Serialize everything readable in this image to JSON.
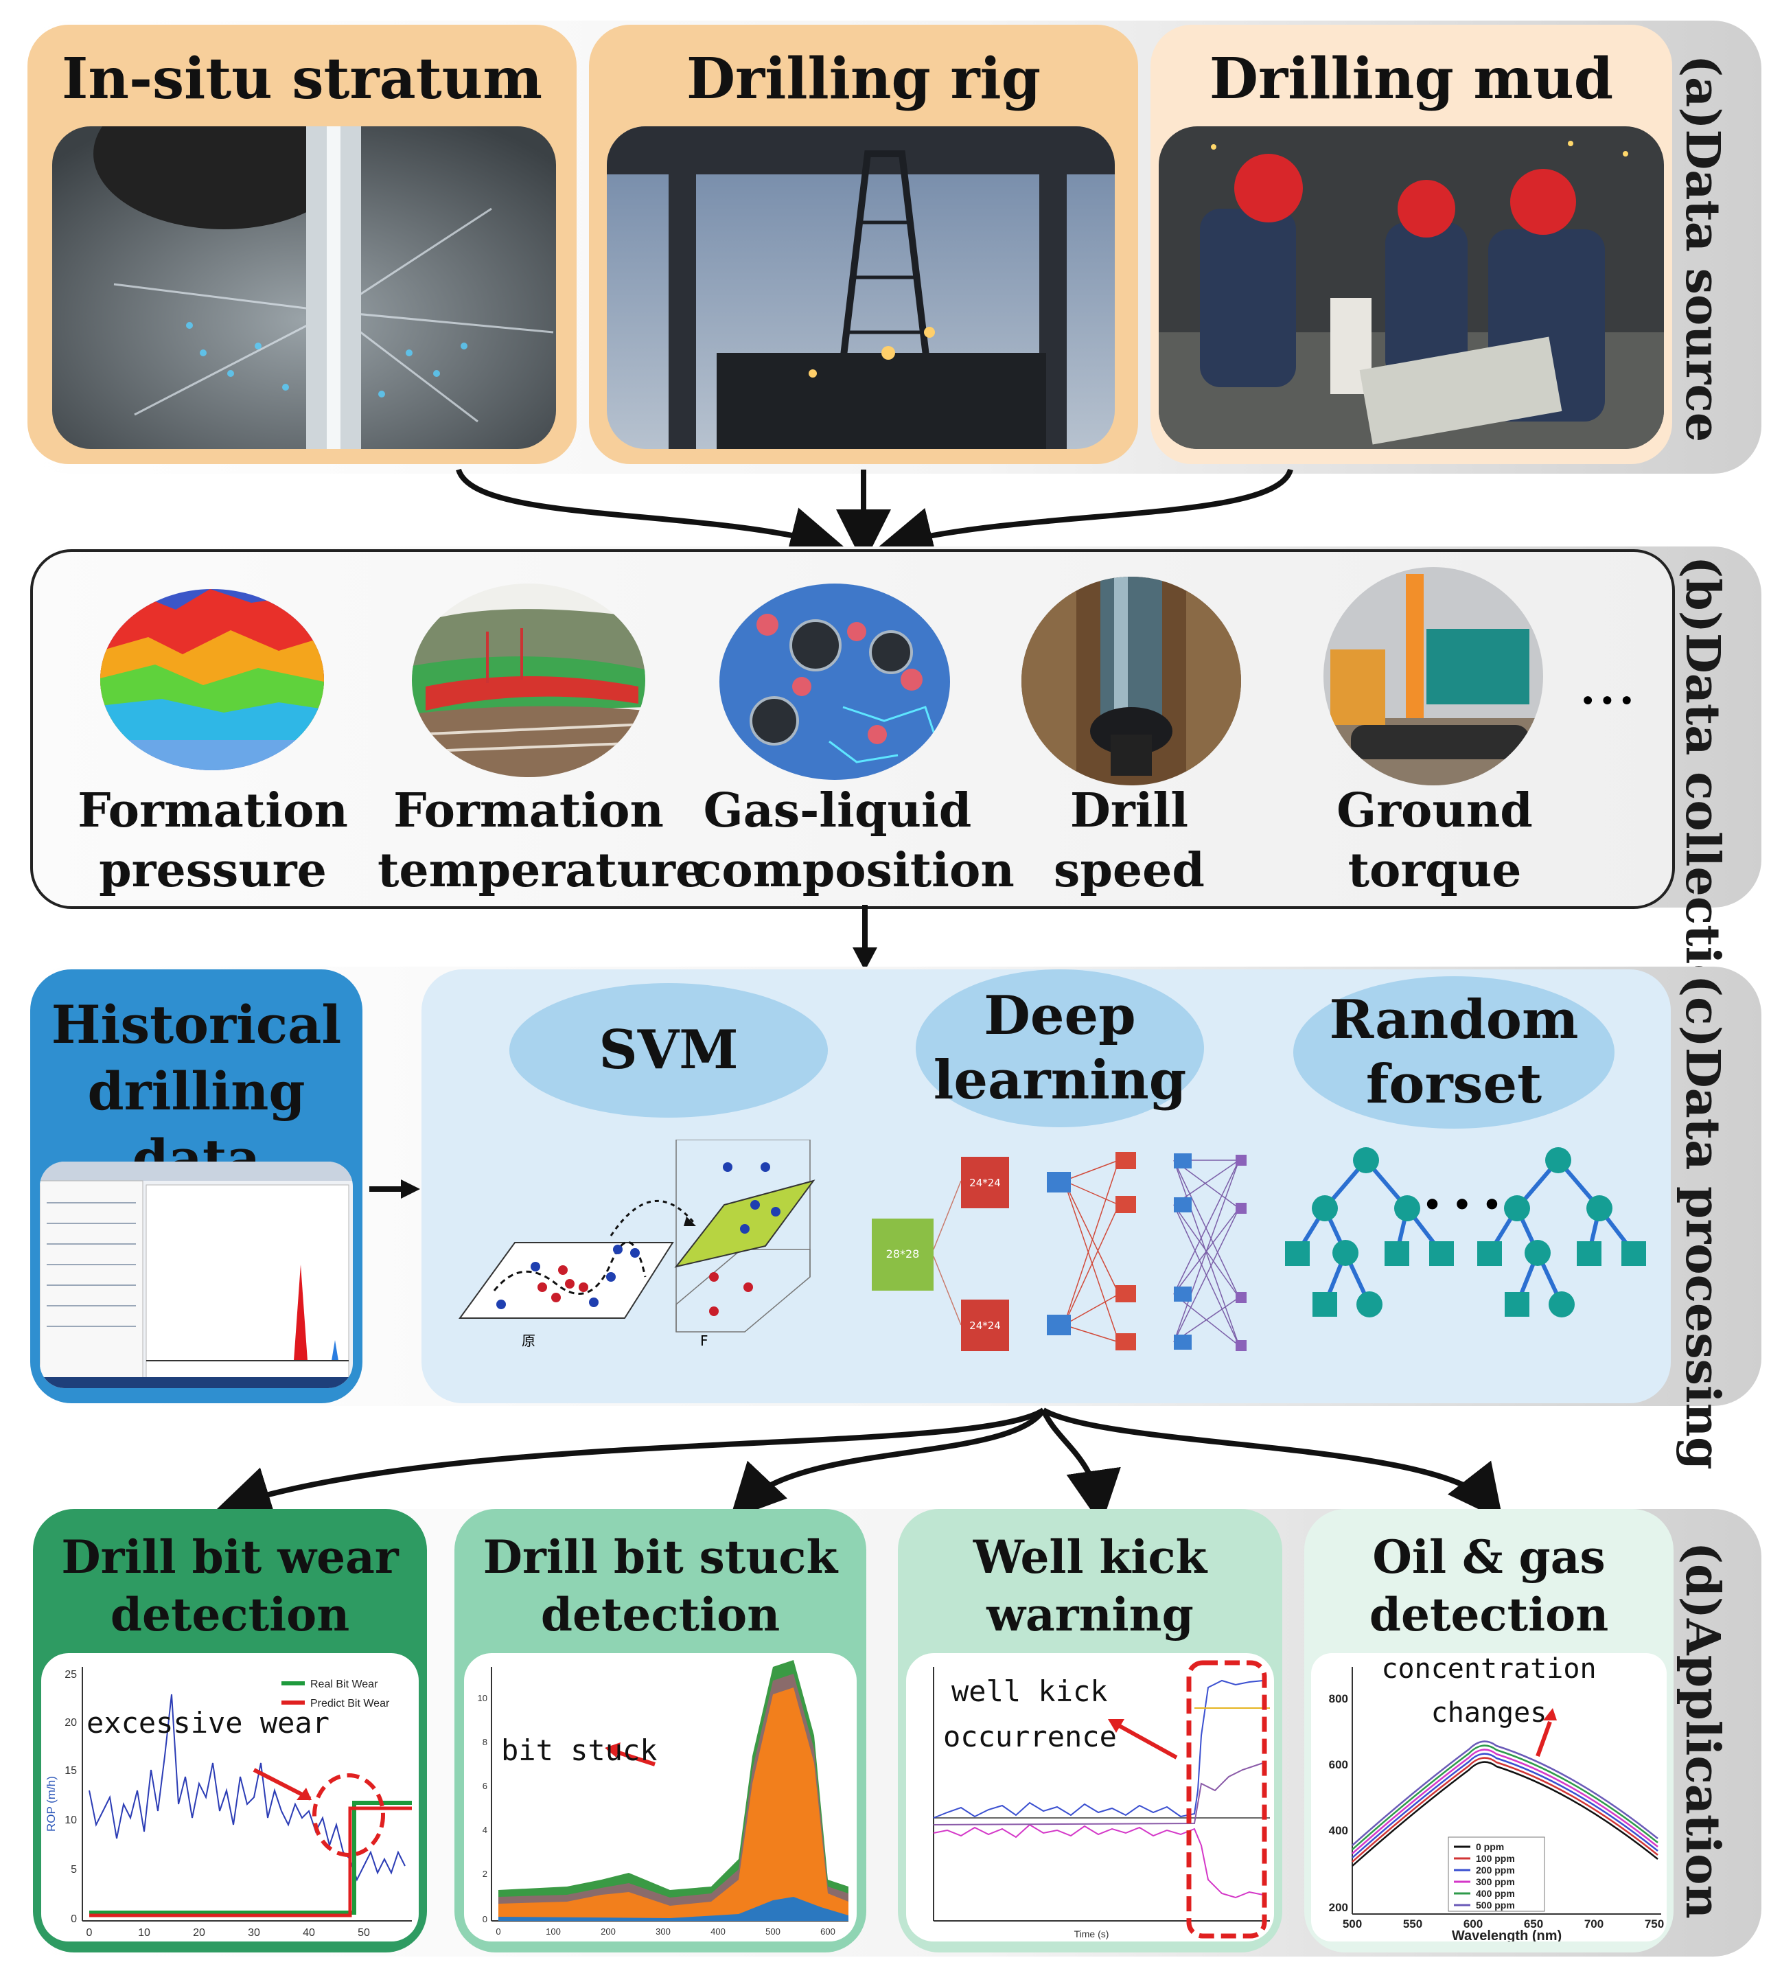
{
  "sections": {
    "a": "(a)Data source",
    "b": "(b)Data collection",
    "c": "(c)Data processing",
    "d": "(d)Application"
  },
  "sources": [
    {
      "title": "In-situ stratum"
    },
    {
      "title": "Drilling rig"
    },
    {
      "title": "Drilling mud"
    }
  ],
  "collection": {
    "items": [
      {
        "label": "Formation\npressure"
      },
      {
        "label": "Formation\ntemperature"
      },
      {
        "label": "Gas-liquid\ncomposition"
      },
      {
        "label": "Drill\nspeed"
      },
      {
        "label": "Ground\ntorque"
      }
    ],
    "ellipsis": "..."
  },
  "processing": {
    "historical": "Historical\ndrilling data",
    "svm": "SVM",
    "deep": "Deep\nlearning",
    "forest": "Random\nforset",
    "forest_dots": "• • •",
    "nn_input": "28*28",
    "nn_conv": "24*24",
    "svm_label_a": "原",
    "svm_label_b": "F"
  },
  "applications": [
    {
      "title": "Drill bit wear\ndetection",
      "annotation": "excessive wear",
      "legend": [
        "Real Bit Wear",
        "Predict Bit Wear"
      ],
      "ylabel": "ROP (m/h)",
      "yticks": [
        "25",
        "20",
        "15",
        "10",
        "5",
        "0"
      ],
      "xticks": [
        "0",
        "10",
        "20",
        "30",
        "40",
        "50"
      ]
    },
    {
      "title": "Drill bit stuck\ndetection",
      "annotation": "bit stuck",
      "yticks": [
        "10",
        "8",
        "6",
        "4",
        "2",
        "0"
      ],
      "xticks": [
        "0",
        "100",
        "200",
        "300",
        "400",
        "500",
        "600"
      ]
    },
    {
      "title": "Well kick\nwarning",
      "annotation": "well kick\noccurrence",
      "xlabel": "Time (s)"
    },
    {
      "title": "Oil & gas\ndetection",
      "annotation": "concentration\nchanges",
      "xlabel": "Wavelength (nm)",
      "yticks": [
        "800",
        "600",
        "400",
        "200"
      ],
      "xticks": [
        "500",
        "550",
        "600",
        "650",
        "700",
        "750"
      ],
      "legend": [
        "0 ppm",
        "100 ppm",
        "200 ppm",
        "300 ppm",
        "400 ppm",
        "500 ppm"
      ]
    }
  ],
  "colors": {
    "band": "#e6e6e6",
    "source_card": "#f7cf9b",
    "processing_bg": "#dcecf8",
    "historical": "#2f8fd0",
    "oval": "#a9d3ee",
    "app1": "#2e9b62",
    "app2": "#8fd4b3",
    "app3": "#bfe6d2",
    "app4": "#e4f4ec"
  }
}
